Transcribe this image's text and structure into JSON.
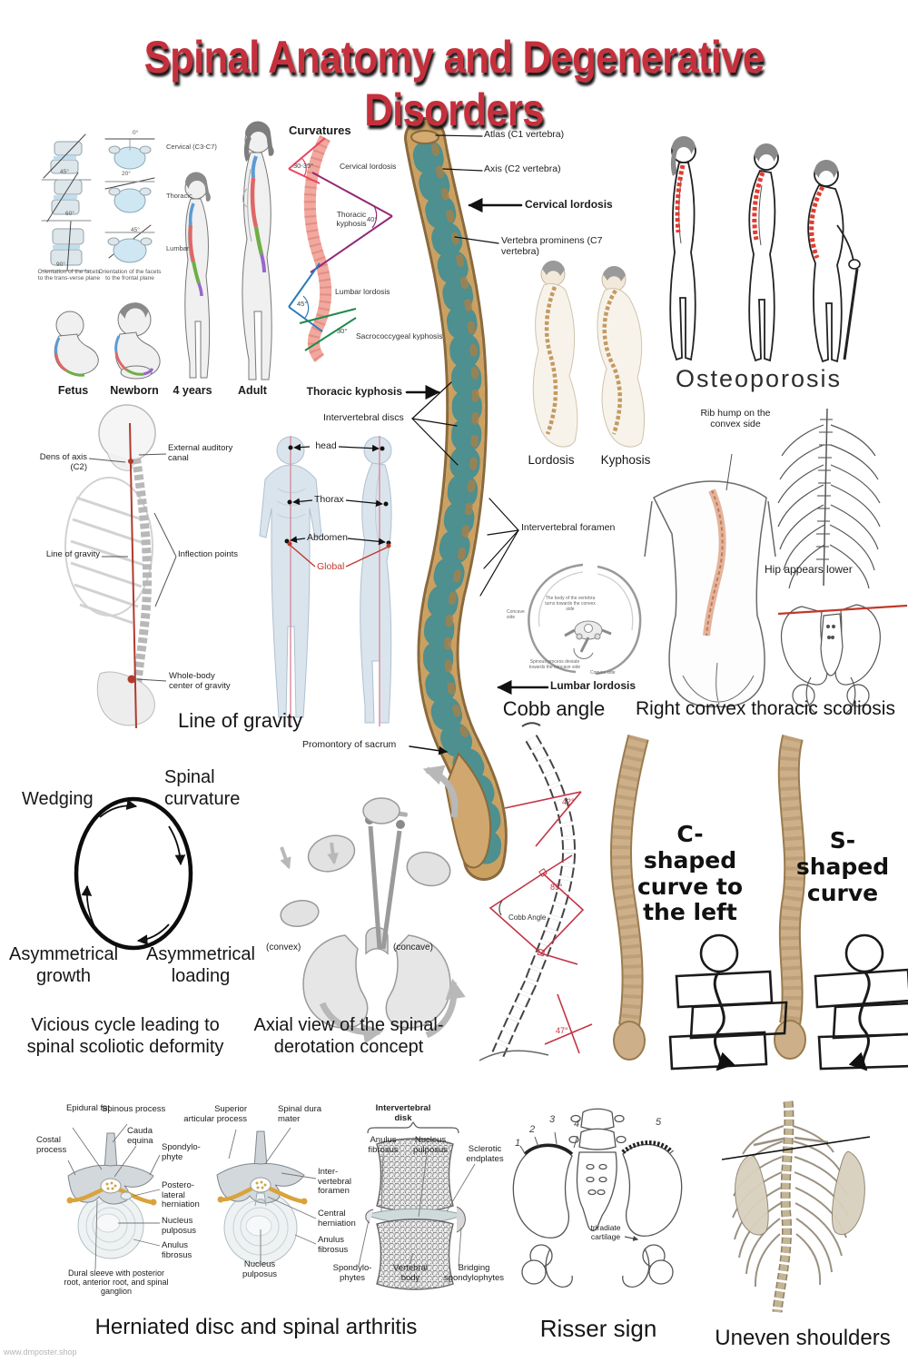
{
  "title": "Spinal Anatomy and Degenerative Disorders",
  "dev": {
    "angles": [
      "45°",
      "0°",
      "60°",
      "20°",
      "90°",
      "45°"
    ],
    "regions": [
      "Cervical (C3-C7)",
      "Thoracic",
      "Lumbar"
    ],
    "cap_left": "Orientation of the facets to the trans-verse plane",
    "cap_right": "Orientation of the facets to the frontal plane",
    "stages": [
      "Fetus",
      "Newborn",
      "4 years",
      "Adult"
    ]
  },
  "curv": {
    "title": "Curvatures",
    "a1": "30-35°",
    "l1": "Cervical lordosis",
    "l2": "Thoracic kyphosis",
    "a2": "40°",
    "a3": "45°",
    "l3": "Lumbar lordosis",
    "a4": "30°",
    "l4": "Sacrococcygeal kyphosis"
  },
  "spine": {
    "atlas": "Atlas (C1 vertebra)",
    "axis": "Axis (C2 vertebra)",
    "cervical": "Cervical lordosis",
    "prominens": "Vertebra prominens (C7 vertebra)",
    "thoracic": "Thoracic kyphosis",
    "discs": "Intervertebral discs",
    "foramen": "Intervertebral foramen",
    "lumbar": "Lumbar lordosis",
    "promontory": "Promontory of sacrum"
  },
  "post": {
    "lordosis": "Lordosis",
    "kyphosis": "Kyphosis",
    "osteo": "Osteoporosis"
  },
  "grav": {
    "dens": "Dens of axis (C2)",
    "ear": "External auditory canal",
    "line": "Line of gravity",
    "inflect": "Inflection points",
    "cog": "Whole-body center of gravity",
    "caption": "Line of gravity",
    "head": "head",
    "thorax": "Thorax",
    "abdomen": "Abdomen",
    "global": "Global"
  },
  "scol": {
    "ribhump": "Rib hump on the convex side",
    "hip": "Hip appears lower",
    "caption": "Right convex thoracic scoliosis",
    "cobb_caption": "Cobb angle",
    "ax1": "Concave side",
    "ax2": "The body of the vertebra turns towards the convex side",
    "ax3": "Spinous process deviate towards the concave side",
    "ax4": "Convex side"
  },
  "cycle": {
    "wedging": "Wedging",
    "curvature": "Spinal curvature",
    "growth": "Asymmetrical growth",
    "loading": "Asymmetrical loading",
    "caption": "Vicious cycle leading to spinal scoliotic deformity"
  },
  "derot": {
    "convex": "(convex)",
    "concave": "(concave)",
    "caption": "Axial view of the spinal-derotation concept"
  },
  "cobb": {
    "a1": "42°",
    "a2": "89°",
    "label": "Cobb Angle",
    "a3": "47°"
  },
  "curves": {
    "c": "C-shaped curve to the left",
    "s": "S-shaped curve"
  },
  "hern": {
    "epidural": "Epidural fat",
    "spinous": "Spinous process",
    "cauda": "Cauda equina",
    "costal": "Costal process",
    "spondylophyte": "Spondylo-phyte",
    "posterolateral": "Postero-lateral herniation",
    "nucleus": "Nucleus pulposus",
    "anulus": "Anulus fibrosus",
    "dural": "Dural sleeve with posterior root, anterior root, and spinal ganglion",
    "superior": "Superior articular process",
    "dura": "Spinal dura mater",
    "foramen": "Inter-vertebral foramen",
    "central": "Central herniation",
    "anulus2": "Anulus fibrosus",
    "nucleus2": "Nucleus pulposus",
    "disk_title": "Intervertebral disk",
    "disk_anulus": "Anulus fibrosus",
    "disk_nucleus": "Nucleus pulposus",
    "sclerotic": "Sclerotic endplates",
    "spondylophytes": "Spondylo-phytes",
    "vertebral": "Vertebral body",
    "bridging": "Bridging spondylophytes",
    "caption": "Herniated disc and spinal arthritis"
  },
  "risser": {
    "n": [
      "1",
      "2",
      "3",
      "4",
      "5"
    ],
    "tri": "triradiate cartilage",
    "caption": "Risser sign"
  },
  "unshoulders": {
    "caption": "Uneven shoulders"
  },
  "watermark": "www.dmposter.shop",
  "colors": {
    "title_red": "#c5303c",
    "disc_teal": "#4e8f8f",
    "bone": "#d4ab72",
    "red_line": "#c0392b",
    "cervical_triangle": "#e8455f",
    "thoracic_triangle": "#942977",
    "lumbar_triangle": "#2b7bb9",
    "sacro_triangle": "#1e8a4c",
    "osteo_spine_red": "#e23b2e"
  }
}
